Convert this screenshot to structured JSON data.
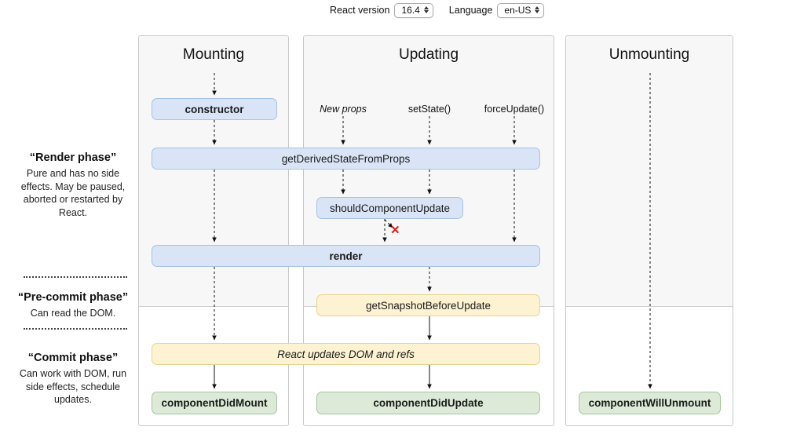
{
  "toolbar": {
    "react_version_label": "React version",
    "react_version_value": "16.4",
    "language_label": "Language",
    "language_value": "en-US"
  },
  "phases": {
    "render": {
      "title": "“Render phase”",
      "description": "Pure and has no side effects. May be paused, aborted or restarted by React."
    },
    "pre_commit": {
      "title": "“Pre-commit phase”",
      "description": "Can read the DOM."
    },
    "commit": {
      "title": "“Commit phase”",
      "description": "Can work with DOM, run side effects, schedule updates."
    }
  },
  "columns": {
    "mounting": "Mounting",
    "updating": "Updating",
    "unmounting": "Unmounting"
  },
  "triggers": {
    "new_props": "New props",
    "set_state": "setState()",
    "force_update": "forceUpdate()"
  },
  "methods": {
    "constructor": "constructor",
    "get_derived_state_from_props": "getDerivedStateFromProps",
    "should_component_update": "shouldComponentUpdate",
    "render": "render",
    "get_snapshot_before_update": "getSnapshotBeforeUpdate",
    "react_updates_dom": "React updates DOM and refs",
    "component_did_mount": "componentDidMount",
    "component_did_update": "componentDidUpdate",
    "component_will_unmount": "componentWillUnmount"
  },
  "misc": {
    "skip_mark": "✕"
  },
  "colors": {
    "method_blue_bg": "#d9e5f6",
    "method_blue_border": "#a6c1e3",
    "effect_yellow_bg": "#fdf3d2",
    "effect_yellow_border": "#e6d38e",
    "commit_green_bg": "#dcead7",
    "commit_green_border": "#a3c59c",
    "panel_shade_bg": "#f7f7f7",
    "panel_border": "#c8c8c8",
    "skip_red": "#d51c1c"
  }
}
